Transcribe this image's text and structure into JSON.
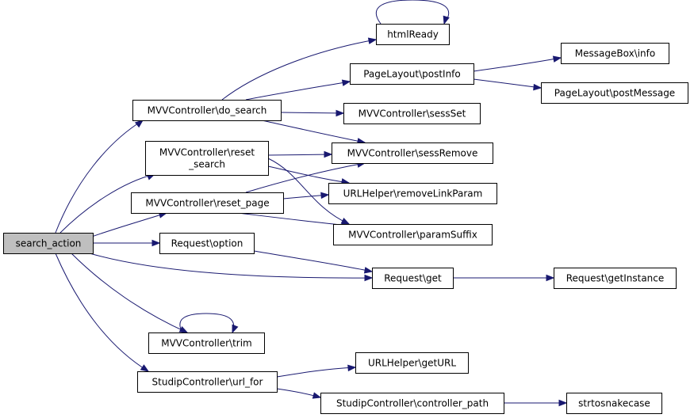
{
  "colors": {
    "edge": "#191970",
    "node_border": "#000000",
    "node_fill": "#ffffff",
    "root_fill": "#bfbfbf"
  },
  "nodes": {
    "search_action": {
      "lines": [
        "search_action"
      ]
    },
    "do_search": {
      "lines": [
        "MVVController\\do_search"
      ]
    },
    "reset_search": {
      "lines": [
        "MVVController\\reset",
        "_search"
      ]
    },
    "reset_page": {
      "lines": [
        "MVVController\\reset_page"
      ]
    },
    "request_option": {
      "lines": [
        "Request\\option"
      ]
    },
    "trim": {
      "lines": [
        "MVVController\\trim"
      ]
    },
    "url_for": {
      "lines": [
        "StudipController\\url_for"
      ]
    },
    "html_ready": {
      "lines": [
        "htmlReady"
      ]
    },
    "post_info": {
      "lines": [
        "PageLayout\\postInfo"
      ]
    },
    "sess_set": {
      "lines": [
        "MVVController\\sessSet"
      ]
    },
    "sess_remove": {
      "lines": [
        "MVVController\\sessRemove"
      ]
    },
    "remove_link_param": {
      "lines": [
        "URLHelper\\removeLinkParam"
      ]
    },
    "param_suffix": {
      "lines": [
        "MVVController\\paramSuffix"
      ]
    },
    "request_get": {
      "lines": [
        "Request\\get"
      ]
    },
    "get_url": {
      "lines": [
        "URLHelper\\getURL"
      ]
    },
    "controller_path": {
      "lines": [
        "StudipController\\controller_path"
      ]
    },
    "message_box_info": {
      "lines": [
        "MessageBox\\info"
      ]
    },
    "post_message": {
      "lines": [
        "PageLayout\\postMessage"
      ]
    },
    "get_instance": {
      "lines": [
        "Request\\getInstance"
      ]
    },
    "strtosnakecase": {
      "lines": [
        "strtosnakecase"
      ]
    }
  },
  "edges": [
    [
      "search_action",
      "do_search"
    ],
    [
      "search_action",
      "reset_search"
    ],
    [
      "search_action",
      "reset_page"
    ],
    [
      "search_action",
      "request_option"
    ],
    [
      "search_action",
      "request_get"
    ],
    [
      "search_action",
      "trim"
    ],
    [
      "search_action",
      "url_for"
    ],
    [
      "do_search",
      "html_ready"
    ],
    [
      "do_search",
      "post_info"
    ],
    [
      "do_search",
      "sess_set"
    ],
    [
      "do_search",
      "sess_remove"
    ],
    [
      "reset_search",
      "sess_remove"
    ],
    [
      "reset_search",
      "remove_link_param"
    ],
    [
      "reset_search",
      "param_suffix"
    ],
    [
      "reset_page",
      "sess_remove"
    ],
    [
      "reset_page",
      "remove_link_param"
    ],
    [
      "reset_page",
      "param_suffix"
    ],
    [
      "html_ready",
      "html_ready"
    ],
    [
      "post_info",
      "message_box_info"
    ],
    [
      "post_info",
      "post_message"
    ],
    [
      "request_option",
      "request_get"
    ],
    [
      "request_get",
      "get_instance"
    ],
    [
      "trim",
      "trim"
    ],
    [
      "url_for",
      "get_url"
    ],
    [
      "url_for",
      "controller_path"
    ],
    [
      "controller_path",
      "strtosnakecase"
    ]
  ]
}
